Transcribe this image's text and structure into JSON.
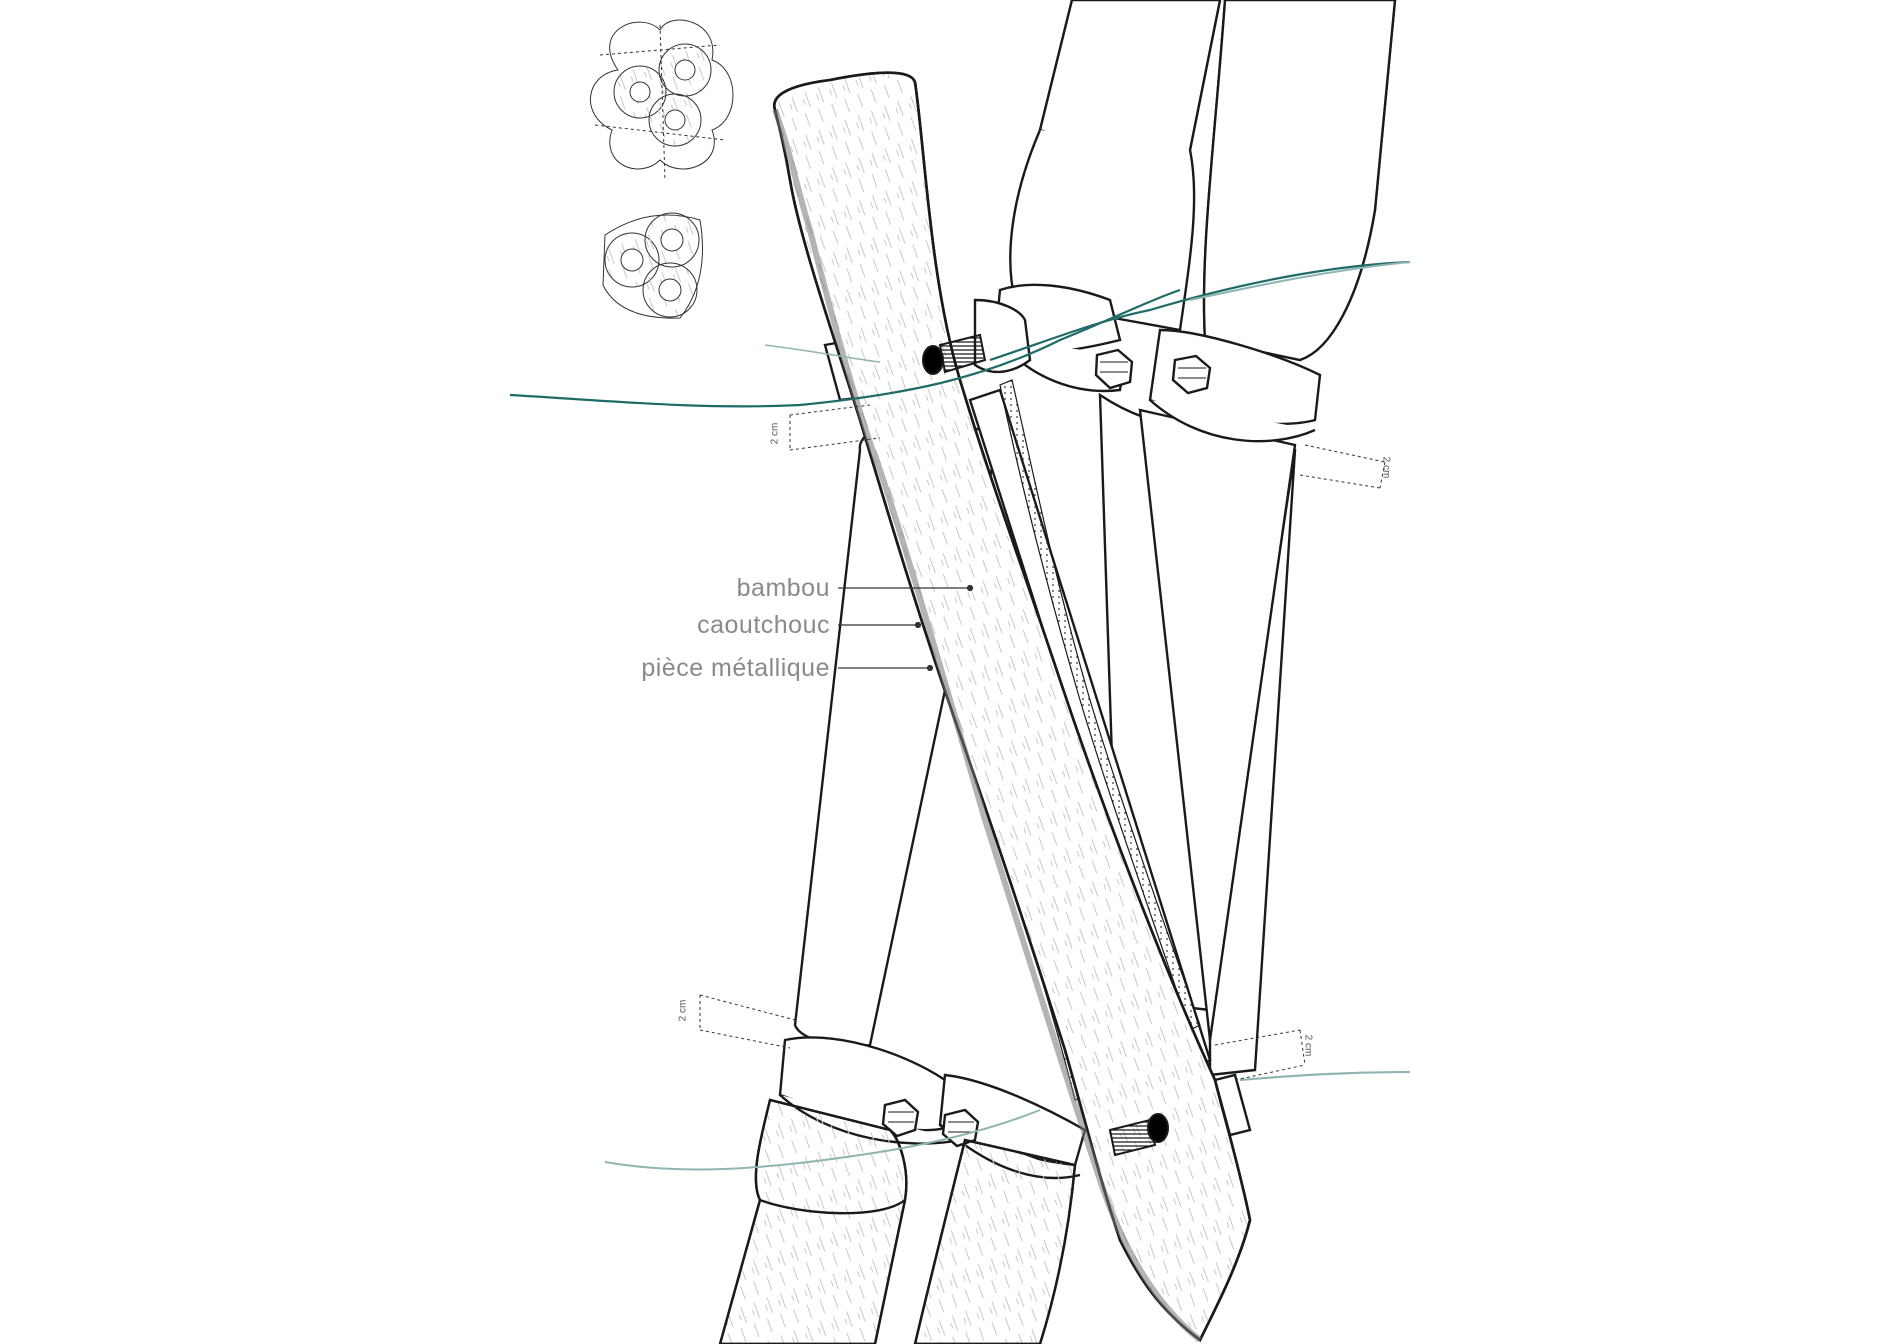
{
  "labels": {
    "bamboo": "bambou",
    "rubber": "caoutchouc",
    "metal_piece": "pièce métallique"
  },
  "dimensions": {
    "top_left": "2 cm",
    "top_right": "2 cm",
    "bottom_left": "2 cm",
    "bottom_right": "2 cm"
  },
  "colors": {
    "line": "#1a1a1a",
    "wood_texture": "#c8c8c8",
    "teal_wire_dark": "#1f6b68",
    "teal_wire_light": "#8fb5b3",
    "label_text": "#8a8a8a"
  }
}
